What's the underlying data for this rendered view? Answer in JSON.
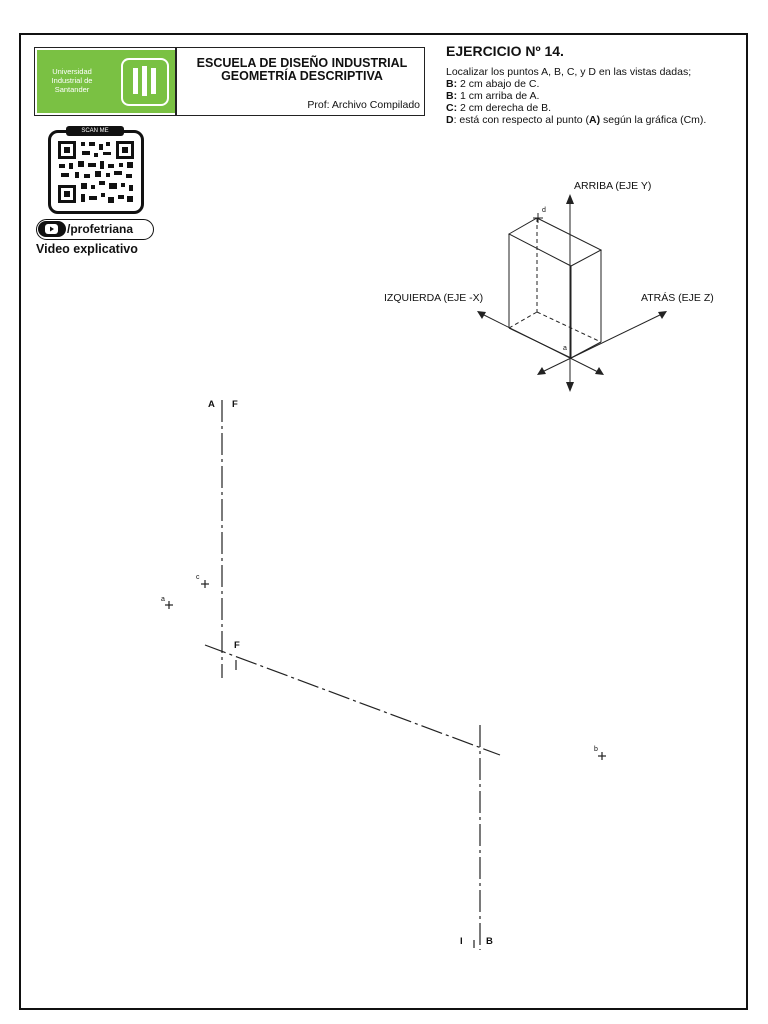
{
  "header": {
    "logo_text": "Universidad Industrial de Santander",
    "school_line1": "ESCUELA DE DISEÑO INDUSTRIAL",
    "school_line2": "GEOMETRÍA DESCRIPTIVA",
    "prof": "Prof: Archivo Compilado"
  },
  "exercise": {
    "title": "EJERCICIO Nº 14.",
    "intro": "Localizar los puntos A, B, C, y D en las vistas dadas;",
    "b_key": "B:",
    "b_text": " 2 cm abajo de C.",
    "b2_key": "B:",
    "b2_text": " 1 cm arriba de A.",
    "c_key": "C:",
    "c_text": " 2 cm derecha de B.",
    "d_key": "D",
    "d_text_1": ": está con respecto al punto (",
    "d_text_a": "A)",
    "d_text_2": " según la gráfica (Cm)."
  },
  "qr": {
    "scan_label": "SCAN ME"
  },
  "social": {
    "handle": "/profetriana",
    "video_label": "Video explicativo"
  },
  "axes": {
    "up": "ARRIBA (EJE Y)",
    "left": "IZQUIERDA (EJE -X)",
    "back": "ATRÁS (EJE Z)",
    "point_d": "d",
    "point_a": "a"
  },
  "views": {
    "label_A": "A",
    "label_F_top": "F",
    "label_F_mid": "F",
    "label_I": "I",
    "label_B": "B",
    "point_c": "c",
    "point_a": "a",
    "point_b": "b"
  }
}
